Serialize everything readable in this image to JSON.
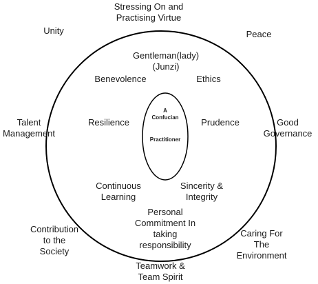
{
  "colors": {
    "stroke": "#000000",
    "text": "#1a1a1a",
    "background": "#ffffff"
  },
  "center": {
    "line1": "A",
    "line2": "Confucian",
    "line3": "Practitioner"
  },
  "inner_labels": {
    "junzi": [
      "Gentleman(lady)",
      "(Junzi)"
    ],
    "benevolence": [
      "Benevolence"
    ],
    "ethics": [
      "Ethics"
    ],
    "resilience": [
      "Resilience"
    ],
    "prudence": [
      "Prudence"
    ],
    "continuous_learning": [
      "Continuous",
      "Learning"
    ],
    "sincerity": [
      "Sincerity &",
      "Integrity"
    ],
    "commitment": [
      "Personal",
      "Commitment  In",
      "taking",
      "responsibility"
    ]
  },
  "outer_labels": {
    "virtue": [
      "Stressing On and",
      "Practising Virtue"
    ],
    "unity": [
      "Unity"
    ],
    "peace": [
      "Peace"
    ],
    "talent": [
      "Talent",
      "Management"
    ],
    "governance": [
      "Good",
      "Governance"
    ],
    "society": [
      "Contribution",
      "to the",
      "Society"
    ],
    "environment": [
      "Caring For",
      "The",
      "Environment"
    ],
    "teamwork": [
      "Teamwork &",
      "Team Spirit"
    ]
  }
}
